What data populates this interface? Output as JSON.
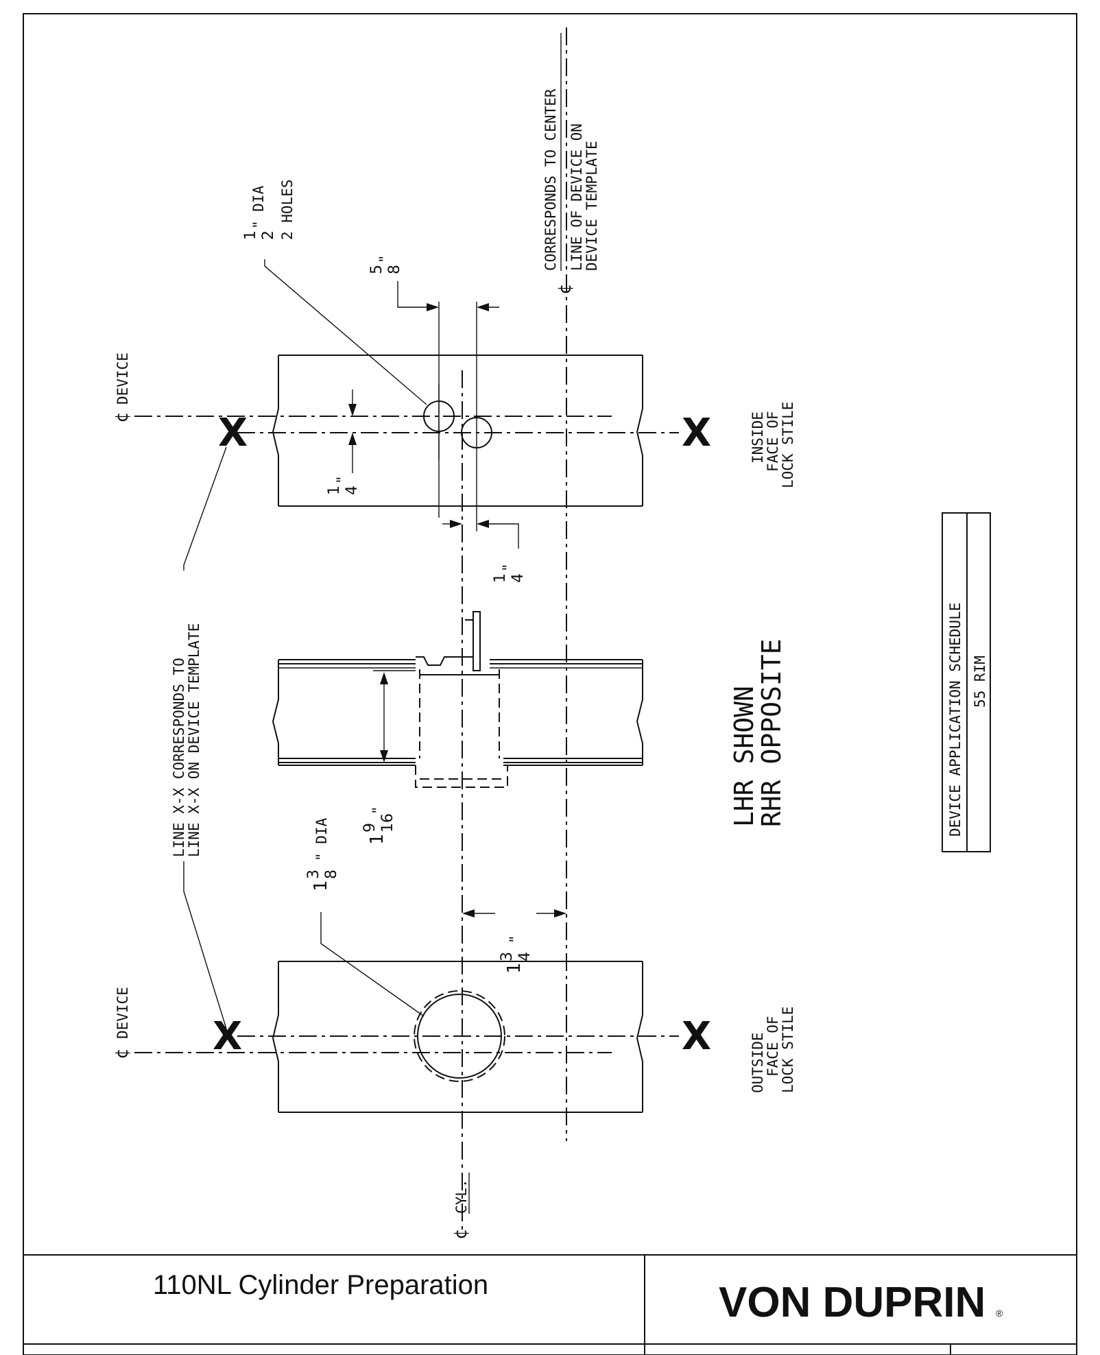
{
  "title_block": {
    "title": "110NL Cylinder Preparation",
    "logo_text": "VON DUPRIN",
    "registered_mark": "®"
  },
  "drawing": {
    "device_label_1": "DEVICE",
    "device_label_2": "DEVICE",
    "cyl_label": "CYL.",
    "centerline_top_note": {
      "line1": "CORRESPONDS TO CENTER",
      "line2": "LINE OF DEVICE ON",
      "line3": "DEVICE TEMPLATE"
    },
    "xx_note": {
      "line1": "LINE X-X CORRESPONDS TO",
      "line2": "LINE X-X ON DEVICE TEMPLATE"
    },
    "half_dia": {
      "whole": "",
      "num": "1",
      "den": "2",
      "suffix": "\" DIA",
      "line2": "2 HOLES"
    },
    "five_eighths": {
      "num": "5",
      "den": "8",
      "suffix": "\""
    },
    "quarter_a": {
      "num": "1",
      "den": "4",
      "suffix": "\""
    },
    "quarter_b": {
      "num": "1",
      "den": "4",
      "suffix": "\""
    },
    "cyl_dia": {
      "whole": "1",
      "num": "3",
      "den": "8",
      "suffix": "\" DIA"
    },
    "nine_sixteenths": {
      "whole": "1",
      "num": "9",
      "den": "16",
      "suffix": "\""
    },
    "three_quarters": {
      "whole": "1",
      "num": "3",
      "den": "4",
      "suffix": "\""
    },
    "handing": {
      "line1": "LHR SHOWN",
      "line2": "RHR OPPOSITE"
    },
    "inside_face": {
      "line1": "INSIDE",
      "line2": "FACE OF",
      "line3": "LOCK STILE"
    },
    "outside_face": {
      "line1": "OUTSIDE",
      "line2": "FACE OF",
      "line3": "LOCK STILE"
    },
    "x_mark": "X",
    "schedule": {
      "header": "DEVICE APPLICATION SCHEDULE",
      "row1": "55 RIM"
    }
  }
}
